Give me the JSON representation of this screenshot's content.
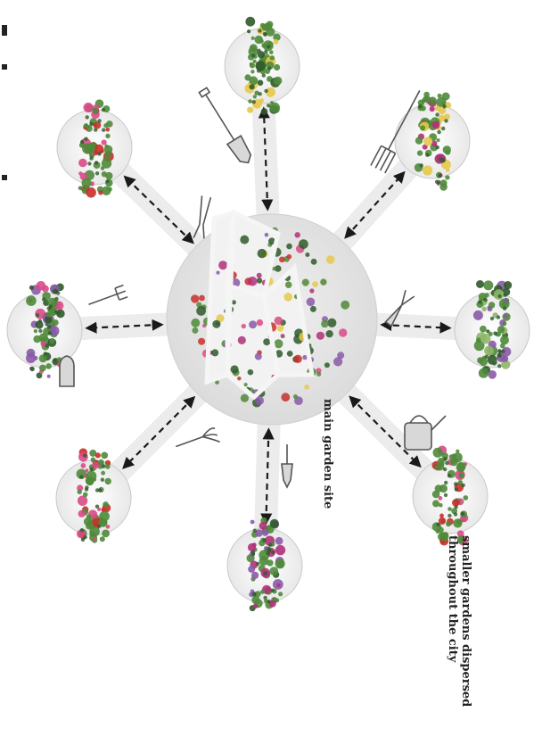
{
  "labels": {
    "main": "main garden site",
    "small_line1": "smaller gardens dispersed",
    "small_line2": "throughout the city"
  },
  "colors": {
    "disc": "#e6e6e6",
    "disc_outline": "#cfcfcf",
    "band": "#ececec",
    "arrow": "#1a1a1a",
    "flower_pink": "#d94a87",
    "flower_magenta": "#b0307a",
    "flower_purple": "#8a5aa8",
    "flower_red": "#c8302a",
    "flower_yellow": "#e6c84a",
    "leaf_dark": "#2f5a2a",
    "leaf_mid": "#4f8a3a",
    "leaf_light": "#8fb66a",
    "bed_wall": "#f2f2f2"
  },
  "central_site": {
    "kind": "main garden site"
  },
  "satellite_gardens": [
    {
      "id": "north",
      "tool": "shovel-icon",
      "flowers": [
        "leaf_mid",
        "flower_yellow",
        "leaf_dark"
      ]
    },
    {
      "id": "north-east",
      "tool": "pitchfork-icon",
      "flowers": [
        "flower_magenta",
        "flower_yellow",
        "leaf_mid"
      ]
    },
    {
      "id": "east",
      "tool": "pruning-shears-icon",
      "flowers": [
        "flower_purple",
        "leaf_light",
        "leaf_dark"
      ]
    },
    {
      "id": "south-east",
      "tool": "watering-can-icon",
      "flowers": [
        "flower_pink",
        "flower_red",
        "leaf_mid"
      ]
    },
    {
      "id": "south",
      "tool": "trowel-icon",
      "flowers": [
        "flower_purple",
        "flower_magenta",
        "leaf_dark"
      ]
    },
    {
      "id": "south-west",
      "tool": "hand-cultivator-icon",
      "flowers": [
        "flower_pink",
        "leaf_mid",
        "flower_red"
      ]
    },
    {
      "id": "west",
      "tool": "rake-icon",
      "flowers": [
        "flower_purple",
        "flower_pink",
        "leaf_dark"
      ]
    },
    {
      "id": "north-west",
      "tool": "hand-shears-icon",
      "flowers": [
        "flower_pink",
        "flower_red",
        "leaf_mid"
      ]
    }
  ]
}
